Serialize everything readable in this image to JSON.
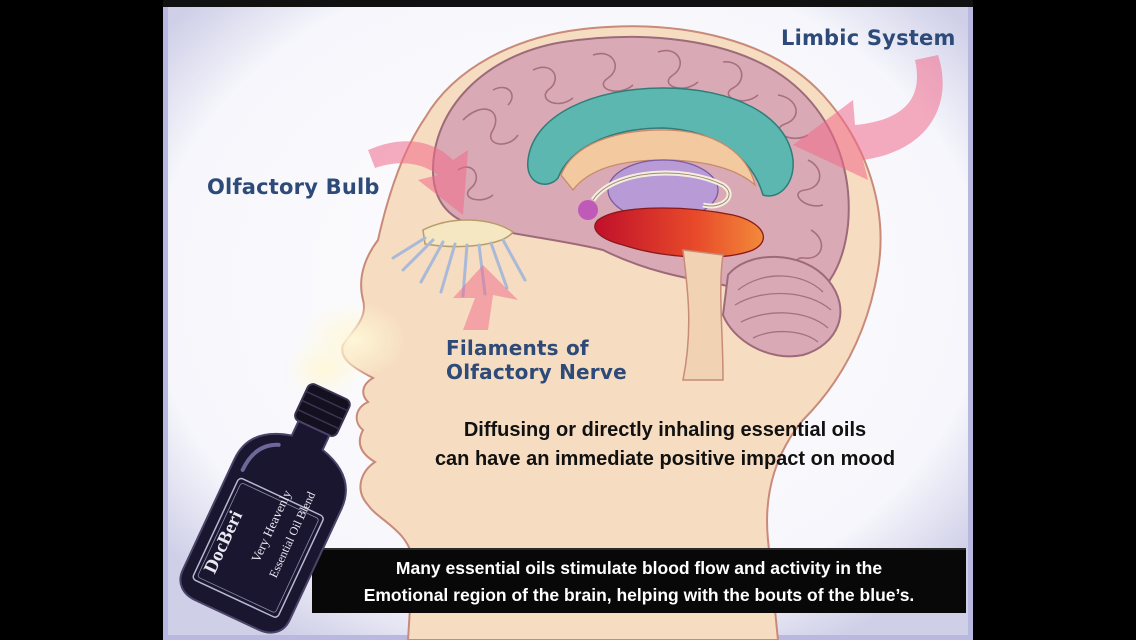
{
  "labels": {
    "limbic": "Limbic System",
    "bulb": "Olfactory Bulb",
    "filaments_line1": "Filaments of",
    "filaments_line2": "Olfactory Nerve"
  },
  "caption": {
    "line1": "Diffusing or directly inhaling essential oils",
    "line2": "can have an immediate positive impact on mood"
  },
  "bottom_box": {
    "line1": "Many essential oils stimulate blood flow and activity in the",
    "line2": "Emotional region of the brain,  helping with the bouts of the blue’s."
  },
  "bottle": {
    "brand": "DocBeri",
    "product_line1": "Very Heavenly",
    "product_line2": "Essential Oil Blend"
  },
  "colors": {
    "head": "#f6dcc0",
    "brain": "#d9aab5",
    "limbic_ring": "#5bb7b0",
    "amygdala": "#e03a2a",
    "arrow": "#f06a8a",
    "bottle": "#1a1630"
  }
}
